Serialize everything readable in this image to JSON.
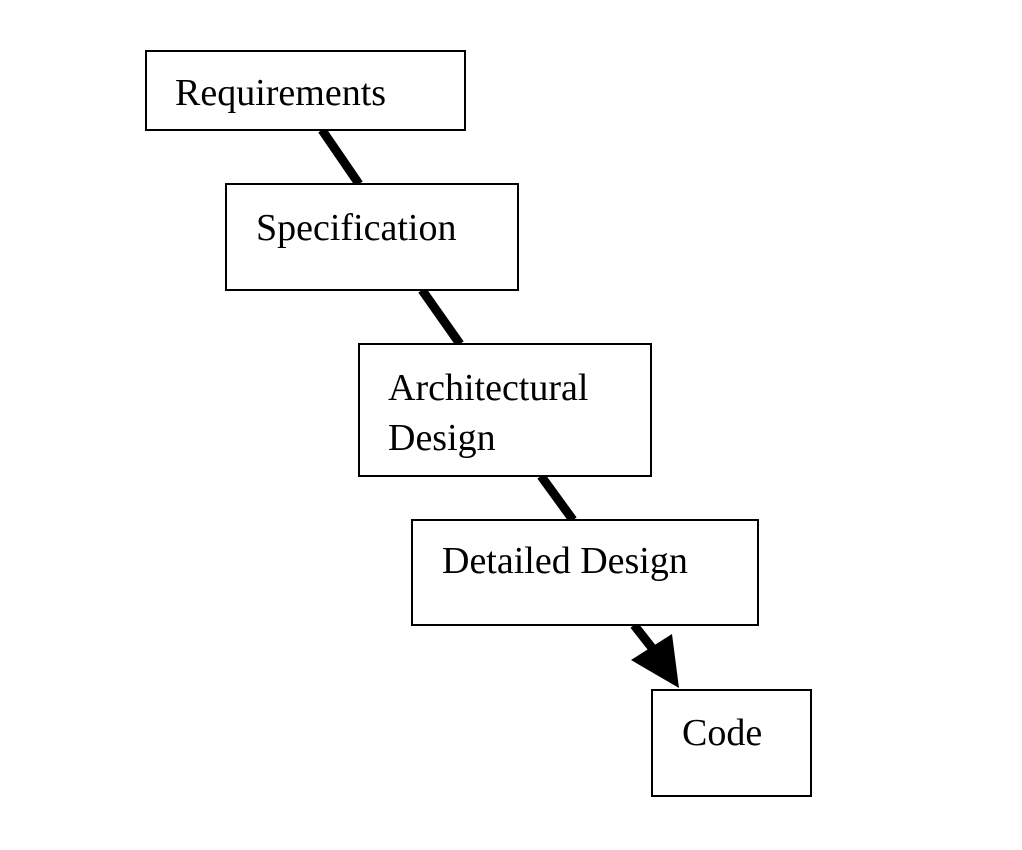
{
  "diagram": {
    "stages": [
      {
        "label_lines": [
          "Requirements"
        ]
      },
      {
        "label_lines": [
          "Specification"
        ]
      },
      {
        "label_lines": [
          "Architectural",
          "Design"
        ]
      },
      {
        "label_lines": [
          "Detailed Design"
        ]
      },
      {
        "label_lines": [
          "Code"
        ]
      }
    ],
    "colors": {
      "line": "#000000",
      "box_border": "#000000",
      "background": "#ffffff"
    }
  }
}
